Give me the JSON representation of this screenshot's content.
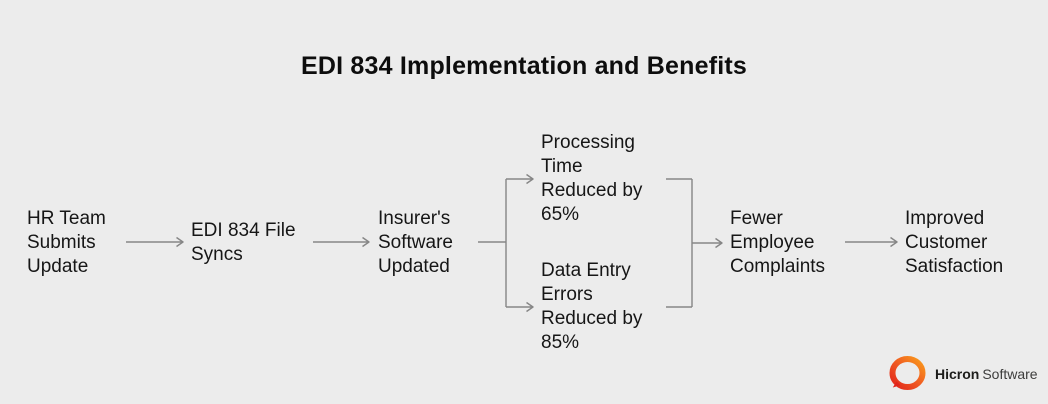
{
  "header": {
    "title": "EDI 834 Implementation and Benefits"
  },
  "flow": {
    "nodes": [
      {
        "id": "hr-team",
        "label": "HR Team\nSubmits\nUpdate"
      },
      {
        "id": "edi-file-syncs",
        "label": "EDI 834 File\nSyncs"
      },
      {
        "id": "insurer-software",
        "label": "Insurer's\nSoftware\nUpdated"
      },
      {
        "id": "processing-time",
        "label": "Processing\nTime\nReduced by\n65%"
      },
      {
        "id": "data-entry-errors",
        "label": "Data Entry\nErrors\nReduced by\n85%"
      },
      {
        "id": "fewer-complaints",
        "label": "Fewer\nEmployee\nComplaints"
      },
      {
        "id": "improved-satisfaction",
        "label": "Improved\nCustomer\nSatisfaction"
      }
    ]
  },
  "logo": {
    "brand_bold": "Hicron",
    "brand_regular": "Software",
    "mark": "speech-bubble-ring-icon"
  },
  "colors": {
    "background": "#ececec",
    "text": "#161616",
    "connector": "#868686",
    "logo_gradient_start": "#f99b1c",
    "logo_gradient_mid": "#f05a22",
    "logo_gradient_end": "#e1251b"
  }
}
